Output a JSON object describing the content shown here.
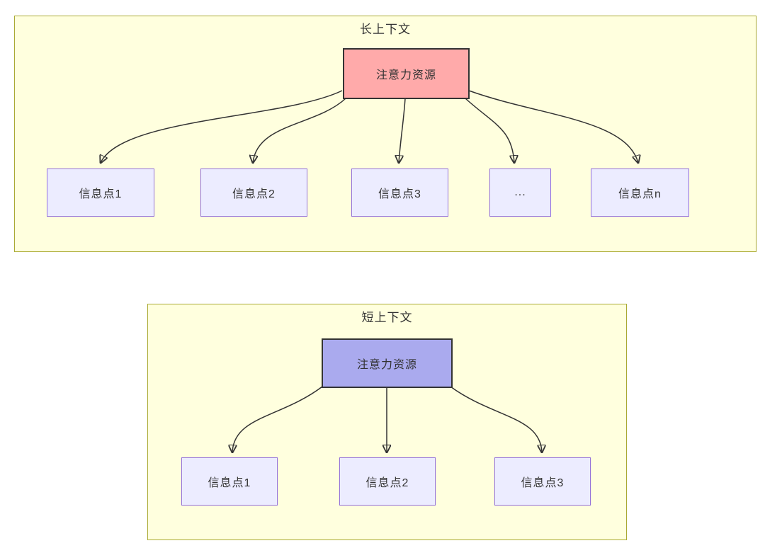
{
  "diagram_type": "flowchart",
  "colors": {
    "page_background": "#ffffff",
    "panel_fill": "#ffffde",
    "panel_border": "#aaaa33",
    "source_node_long_fill": "#ffaaaa",
    "source_node_short_fill": "#aaaaee",
    "source_node_border": "#333333",
    "target_node_fill": "#ececff",
    "target_node_border": "#9370db",
    "text_color": "#333333",
    "arrow_color": "#333333"
  },
  "panels": [
    {
      "title": "长上下文",
      "source": {
        "label": "注意力资源"
      },
      "targets": [
        {
          "label": "信息点1"
        },
        {
          "label": "信息点2"
        },
        {
          "label": "信息点3"
        },
        {
          "label": "..."
        },
        {
          "label": "信息点n"
        }
      ],
      "edges": [
        {
          "from": "注意力资源",
          "to": "信息点1"
        },
        {
          "from": "注意力资源",
          "to": "信息点2"
        },
        {
          "from": "注意力资源",
          "to": "信息点3"
        },
        {
          "from": "注意力资源",
          "to": "..."
        },
        {
          "from": "注意力资源",
          "to": "信息点n"
        }
      ]
    },
    {
      "title": "短上下文",
      "source": {
        "label": "注意力资源"
      },
      "targets": [
        {
          "label": "信息点1"
        },
        {
          "label": "信息点2"
        },
        {
          "label": "信息点3"
        }
      ],
      "edges": [
        {
          "from": "注意力资源",
          "to": "信息点1"
        },
        {
          "from": "注意力资源",
          "to": "信息点2"
        },
        {
          "from": "注意力资源",
          "to": "信息点3"
        }
      ]
    }
  ]
}
